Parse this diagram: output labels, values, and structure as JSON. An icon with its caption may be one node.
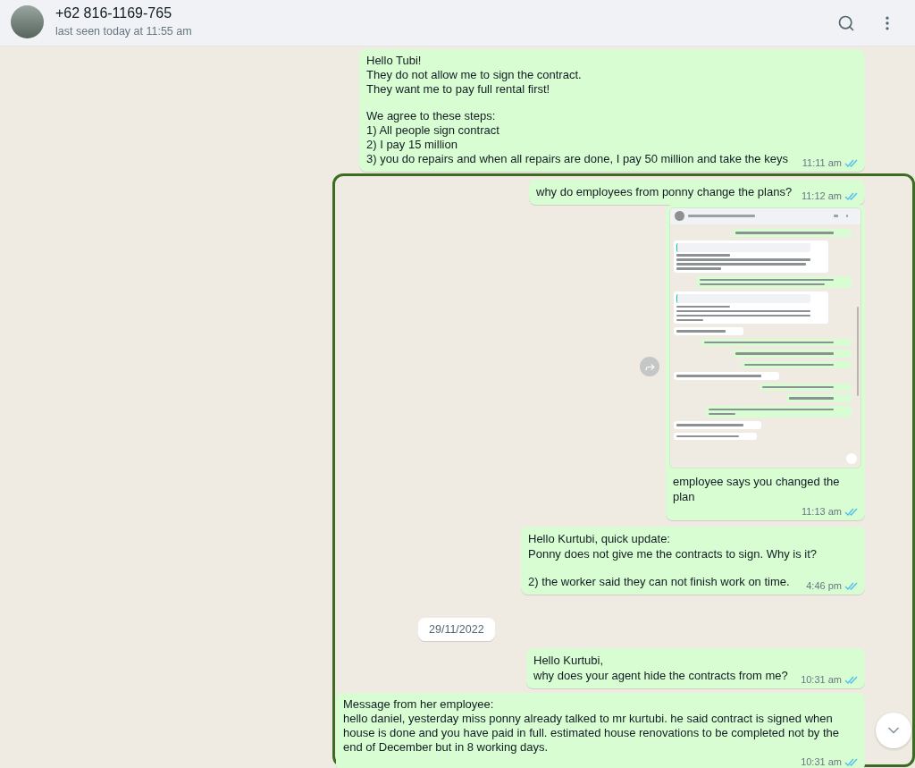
{
  "diagram": {
    "nodes": [
      {
        "text": [
          "Hello Tubi!",
          "They do not allow me to sign the contract.",
          "They want me to pay full rental first!",
          "We agree to these steps:",
          "1) All people sign contract",
          "2) I pay 15 million",
          "3) you do repairs and when all repairs are done, I pay 50 million and take the keys",
          "11:11 am"
        ]
      },
      {
        "text": [],
        "shape": "box"
      },
      {
        "text": [
          "why do employees from ponny change the plans?",
          "11:12 am"
        ],
        "in": 1
      },
      {
        "text": [
          "employee says you changed the plan",
          "11:13 am"
        ],
        "in": 1
      },
      {
        "text": [
          "Hello Kurtubi, quick update:",
          "Ponny does not give me the contracts to sign. Why is it?",
          "2) the worker said they can not finish work on time.",
          "4:46 pm"
        ],
        "in": 1
      },
      {
        "text": [
          "29/11/2022"
        ],
        "in": 1
      },
      {
        "text": [
          "Hello Kurtubi,",
          "why does your agent hide the contracts from me?",
          "10:31 am"
        ],
        "in": 1
      },
      {
        "text": [
          "Message from her employee:",
          "hello daniel, yesterday miss ponny already talked to mr kurtubi. he said contract is signed when house is done and you have paid in full. estimated house renovations to be completed not by the end of December but in 8 working days.",
          "10:31 am"
        ],
        "in": 1
      }
    ],
    "labels": [
      "+62 816-1169-765",
      "last seen today at 11:55 am"
    ]
  }
}
